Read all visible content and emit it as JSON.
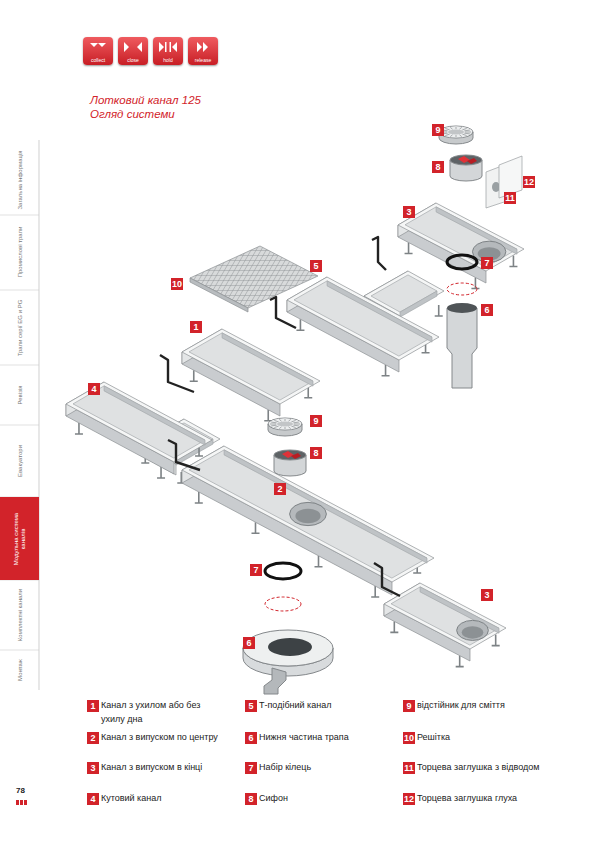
{
  "diagram": {
    "title": "Лотковий канал 125",
    "nodes": [
      {
        "text": [
          "collect"
        ]
      },
      {
        "text": [
          "close"
        ]
      },
      {
        "text": [
          "hold"
        ]
      },
      {
        "text": [
          "release"
        ]
      },
      {
        "text": [
          "Модульна система каналів"
        ]
      }
    ],
    "labels": [
      "Огляд системи",
      "Загальна інформація",
      "Промислові трапи",
      "Трапи серії EG и PG",
      "Ревізія",
      "Евакуатори",
      "Комплектні канали",
      "Монтаж",
      "9",
      "8",
      "12",
      "11",
      "3",
      "7",
      "5",
      "10",
      "6",
      "1",
      "4",
      "9",
      "8",
      "2",
      "7",
      "3",
      "6",
      "1",
      "Канал з ухилом або без ухилу дна",
      "5",
      "Т-подібний канал",
      "9",
      "відстійник для сміття",
      "2",
      "Канал з випуском по центру",
      "6",
      "Нижня частина трапа",
      "10",
      "Решітка",
      "3",
      "Канал з випуском в кінці",
      "7",
      "Набір кілець",
      "11",
      "Торцева заглушка з відводом",
      "4",
      "Кутовий канал",
      "8",
      "Сифон",
      "12",
      "Торцева заглушка глуха",
      "78"
    ]
  }
}
